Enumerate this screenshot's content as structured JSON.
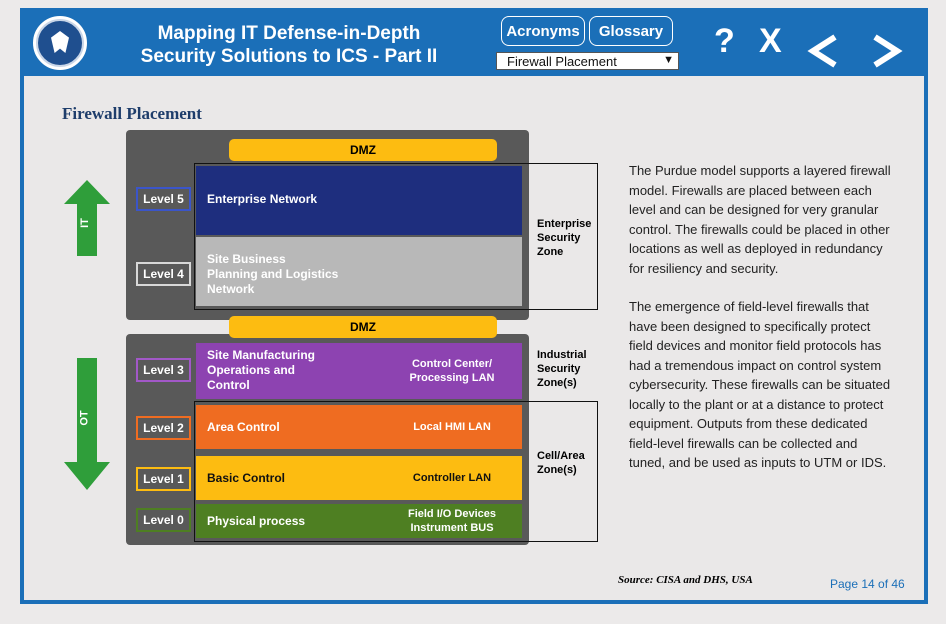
{
  "header": {
    "title_line1": "Mapping IT Defense-in-Depth",
    "title_line2": "Security Solutions to ICS - Part II",
    "acronyms_label": "Acronyms",
    "glossary_label": "Glossary",
    "select_value": "Firewall Placement",
    "help_label": "?",
    "close_label": "X",
    "prev_label": "<",
    "next_label": ">"
  },
  "section_title": "Firewall Placement",
  "diagram": {
    "dmz_label": "DMZ",
    "it_label": "IT",
    "ot_label": "OT",
    "levels": {
      "l5": "Level 5",
      "l4": "Level 4",
      "l3": "Level 3",
      "l2": "Level 2",
      "l1": "Level 1",
      "l0": "Level 0"
    },
    "bands": {
      "enterprise": "Enterprise Network",
      "site_business_1": "Site Business",
      "site_business_2": "Planning and Logistics",
      "site_business_3": "Network",
      "site_mfg_1": "Site Manufacturing",
      "site_mfg_2": "Operations and",
      "site_mfg_3": "Control",
      "control_center_1": "Control Center/",
      "control_center_2": "Processing LAN",
      "area_control": "Area Control",
      "local_hmi": "Local HMI LAN",
      "basic_control": "Basic Control",
      "controller_lan": "Controller LAN",
      "physical": "Physical process",
      "field_io_1": "Field I/O Devices",
      "field_io_2": "Instrument BUS"
    },
    "zones": {
      "enterprise_1": "Enterprise",
      "enterprise_2": "Security",
      "enterprise_3": "Zone",
      "industrial_1": "Industrial",
      "industrial_2": "Security",
      "industrial_3": "Zone(s)",
      "cell_1": "Cell/Area",
      "cell_2": "Zone(s)"
    }
  },
  "body": {
    "p1": "The Purdue model supports a layered firewall model. Firewalls are placed between each level and can be designed for very granular control. The firewalls could be placed in other locations as well as deployed in redundancy for resiliency and security.",
    "p2": "The emergence of field-level firewalls that have been designed to specifically protect field devices and monitor field protocols has had a tremendous impact on control system cybersecurity. These firewalls can be situated locally to the plant or at a distance to protect equipment. Outputs from these dedicated field-level firewalls can be collected and tuned, and be used as inputs to UTM or IDS."
  },
  "source": "Source: CISA and DHS, USA",
  "page_indicator": "Page 14 of 46",
  "colors": {
    "header": "#1b6fb8",
    "dmz": "#fdbc11",
    "level5": "#1e2e7e",
    "level4": "#b8b8b8",
    "level3": "#8d43b1",
    "level2": "#ef6c21",
    "level1": "#fdbc11",
    "level0": "#4e7f22",
    "arrow": "#2f9e3a"
  }
}
